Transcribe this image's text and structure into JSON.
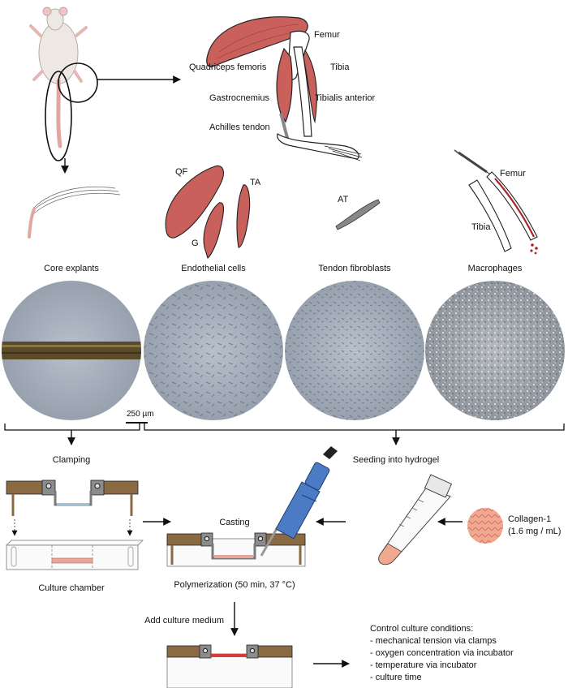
{
  "anatomy": {
    "femur": "Femur",
    "quadriceps": "Quadriceps femoris",
    "tibia": "Tibia",
    "gastrocnemius": "Gastrocnemius",
    "tibialis_anterior": "Tibialis anterior",
    "achilles": "Achilles tendon"
  },
  "dissection": {
    "qf": "QF",
    "ta": "TA",
    "g": "G",
    "at": "AT",
    "femur": "Femur",
    "tibia": "Tibia"
  },
  "columns": {
    "core": "Core explants",
    "endo": "Endothelial cells",
    "tendon": "Tendon fibroblasts",
    "macro": "Macrophages"
  },
  "scale_bar": "250 µm",
  "steps": {
    "clamping": "Clamping",
    "seeding": "Seeding into hydrogel",
    "casting": "Casting",
    "collagen_line1": "Collagen-1",
    "collagen_line2": "(1.6 mg / mL)",
    "chamber": "Culture chamber",
    "polymerization": "Polymerization (50 min, 37 °C)",
    "add_medium": "Add culture medium"
  },
  "conditions": {
    "title": "Control culture conditions:",
    "items": [
      "- mechanical tension via clamps",
      "- oxygen concentration via incubator",
      "- temperature via incubator",
      "- culture time"
    ]
  },
  "colors": {
    "muscle": "#c9605b",
    "bone": "#ffffff",
    "wood": "#8a6a42",
    "clamp_metal": "#9a9a9a",
    "pipette": "#4a7bc4",
    "collagen": "#f0a890",
    "micro_bg": "#a9b2bd",
    "explant": "#5b4a28"
  }
}
